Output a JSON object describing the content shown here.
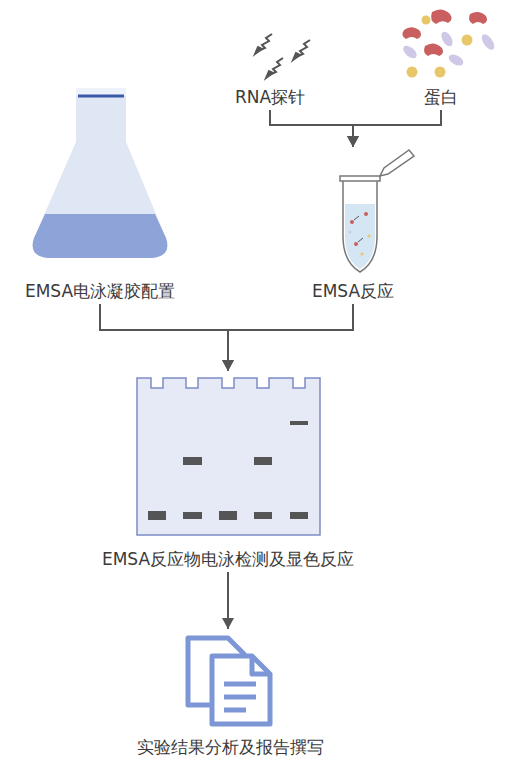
{
  "diagram": {
    "nodes": [
      {
        "text": [
          "RNA探针"
        ]
      },
      {
        "text": [
          "蛋白"
        ]
      },
      {
        "text": [
          "EMSA电泳凝胶配置"
        ]
      },
      {
        "text": [
          "EMSA反应"
        ]
      },
      {
        "text": [
          "EMSA反应物电泳检测及显色反应"
        ]
      },
      {
        "text": [
          "实验结果分析及报告撰写"
        ]
      }
    ],
    "edges": [
      {
        "from": 0,
        "to": 3,
        "arrow": "to"
      },
      {
        "from": 1,
        "to": 3,
        "arrow": "to"
      },
      {
        "from": 2,
        "to": 4,
        "arrow": "to"
      },
      {
        "from": 3,
        "to": 4,
        "arrow": "to"
      },
      {
        "from": 4,
        "to": 5,
        "arrow": "to"
      }
    ]
  }
}
